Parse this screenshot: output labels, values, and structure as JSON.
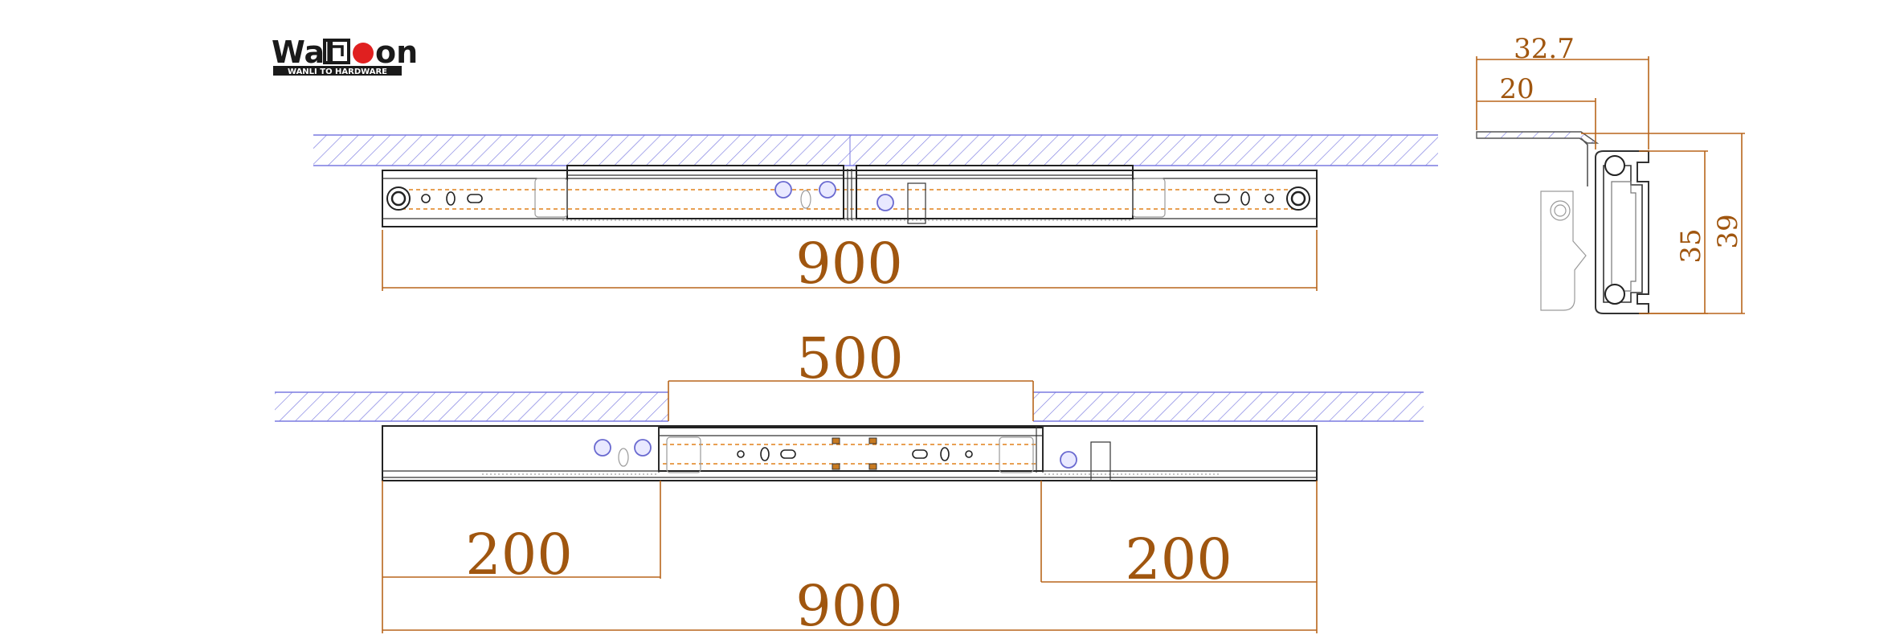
{
  "logo": {
    "word_start": "Wal",
    "word_end": "on",
    "tagline": "WANLI TO HARDWARE",
    "accent": "#e02020"
  },
  "closed_view": {
    "length_label": "900"
  },
  "extended_view": {
    "extension_label": "500",
    "left_label": "200",
    "right_label": "200",
    "length_label": "900"
  },
  "profile_view": {
    "width_outer_label": "32.7",
    "width_inner_label": "20",
    "height_inner_label": "35",
    "height_outer_label": "39"
  },
  "colors": {
    "dimension": "#b8651b",
    "dimension_text": "#a0560f",
    "hatch": "#7a7ae0",
    "outline": "#222222"
  }
}
